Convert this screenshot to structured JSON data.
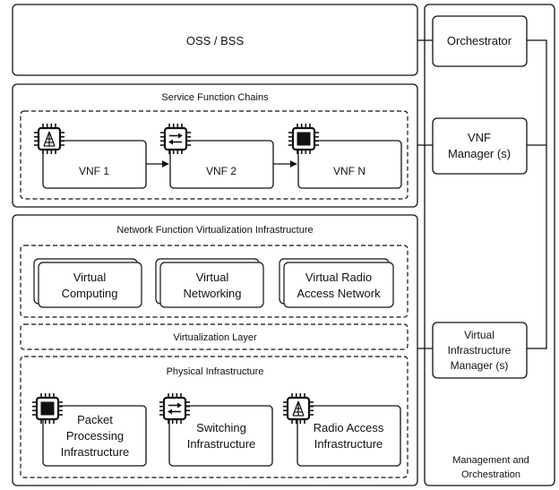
{
  "oss_bss": {
    "label": "OSS / BSS"
  },
  "sfc": {
    "title": "Service Function Chains",
    "vnfs": [
      {
        "label": "VNF 1",
        "icon": "antenna-chip-icon"
      },
      {
        "label": "VNF 2",
        "icon": "switch-arrows-chip-icon"
      },
      {
        "label": "VNF N",
        "icon": "cpu-chip-icon"
      }
    ]
  },
  "nfvi": {
    "title": "Network Function Virtualization Infrastructure",
    "virtual_resources": [
      {
        "line1": "Virtual",
        "line2": "Computing"
      },
      {
        "line1": "Virtual",
        "line2": "Networking"
      },
      {
        "line1": "Virtual Radio",
        "line2": "Access Network"
      }
    ],
    "virtualization_layer": "Virtualization Layer",
    "physical": {
      "title": "Physical Infrastructure",
      "items": [
        {
          "lines": [
            "Packet",
            "Processing",
            "Infrastructure"
          ],
          "icon": "cpu-chip-icon"
        },
        {
          "lines": [
            "Switching",
            "Infrastructure"
          ],
          "icon": "switch-arrows-chip-icon"
        },
        {
          "lines": [
            "Radio Access",
            "Infrastructure"
          ],
          "icon": "antenna-chip-icon"
        }
      ]
    }
  },
  "mano": {
    "title_line1": "Management and",
    "title_line2": "Orchestration",
    "orchestrator": "Orchestrator",
    "vnf_manager": {
      "line1": "VNF",
      "line2": "Manager (s)"
    },
    "vim": {
      "line1": "Virtual",
      "line2": "Infrastructure",
      "line3": "Manager (s)"
    }
  }
}
